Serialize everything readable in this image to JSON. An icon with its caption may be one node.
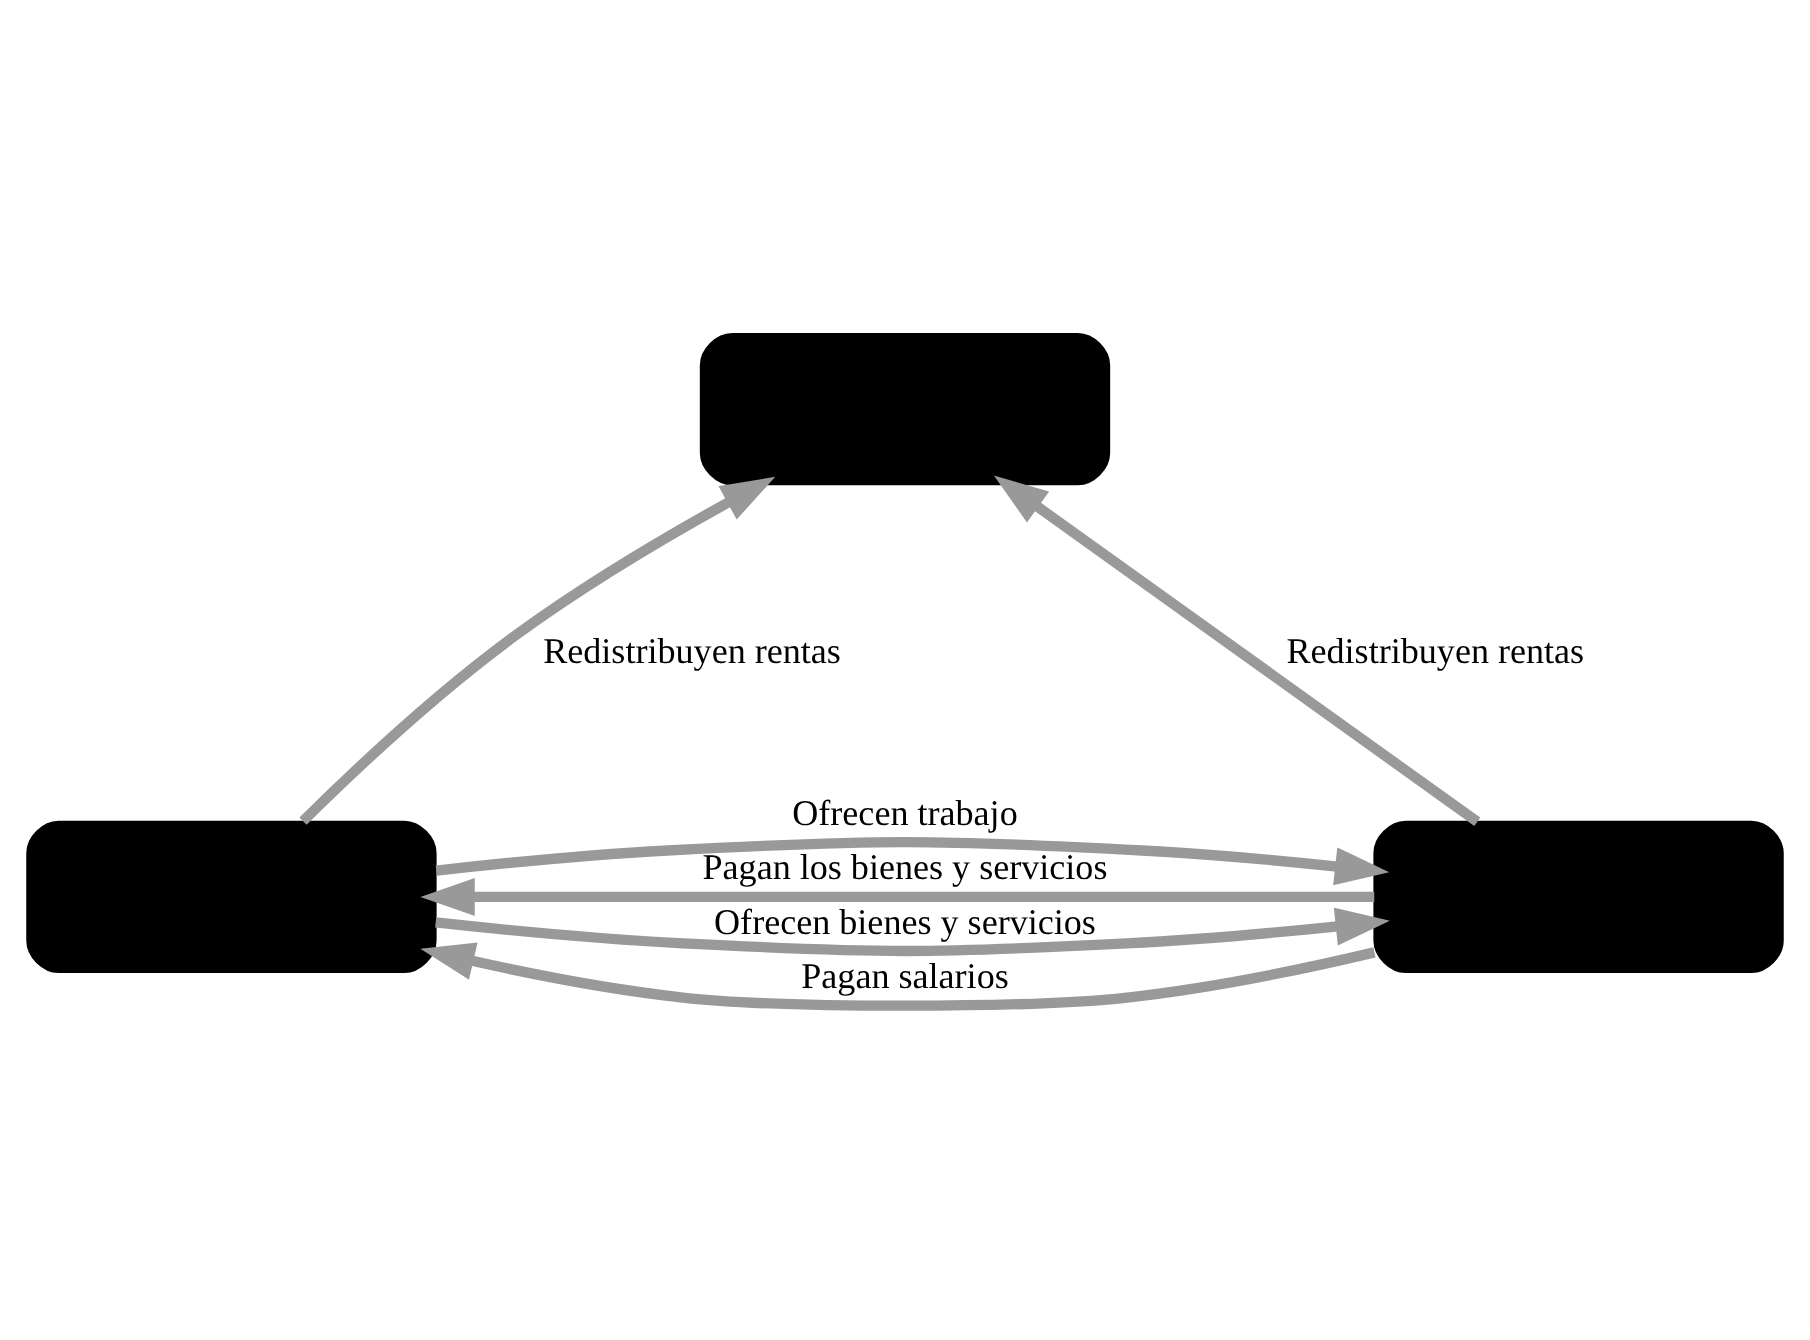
{
  "diagram": {
    "nodes": [
      {
        "text": [],
        "shape": "box"
      },
      {
        "text": [],
        "shape": "box"
      },
      {
        "text": [],
        "shape": "box"
      }
    ],
    "edges": [
      {
        "from": 1,
        "to": 0,
        "arrow": "to",
        "label": "Redistribuyen rentas"
      },
      {
        "from": 2,
        "to": 0,
        "arrow": "to",
        "label": "Redistribuyen rentas"
      },
      {
        "from": 1,
        "to": 2,
        "arrow": "to",
        "label": "Ofrecen trabajo"
      },
      {
        "from": 2,
        "to": 1,
        "arrow": "to",
        "label": "Pagan salarios"
      },
      {
        "from": 1,
        "to": 2,
        "arrow": "to",
        "label": "Ofrecen bienes y servicios"
      },
      {
        "from": 2,
        "to": 1,
        "arrow": "to",
        "label": "Pagan los bienes y servicios"
      }
    ]
  }
}
